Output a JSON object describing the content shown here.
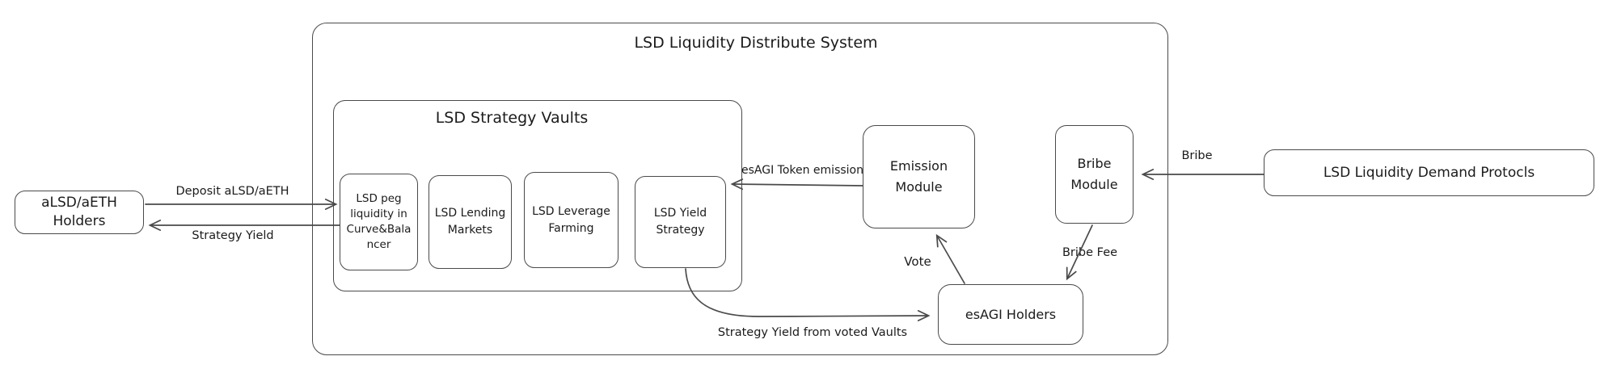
{
  "diagram": {
    "system_title": "LSD Liquidity Distribute System",
    "vaults_title": "LSD Strategy Vaults",
    "nodes": {
      "holders": {
        "label": "aLSD/aETH\nHolders"
      },
      "peg": {
        "label": "LSD peg\nliquidity in\nCurve&Bala\nncer"
      },
      "lending": {
        "label": "LSD Lending\nMarkets"
      },
      "leverage": {
        "label": "LSD Leverage\nFarming"
      },
      "yield": {
        "label": "LSD Yield\nStrategy"
      },
      "emission": {
        "label": "Emission\nModule"
      },
      "bribe": {
        "label": "Bribe\nModule"
      },
      "demand": {
        "label": "LSD Liquidity Demand Protocls"
      },
      "esagi": {
        "label": "esAGI Holders"
      }
    },
    "edges": {
      "deposit": {
        "label": "Deposit aLSD/aETH"
      },
      "strategy_yield": {
        "label": "Strategy Yield"
      },
      "token_emission": {
        "label": "esAGI Token emission"
      },
      "vote": {
        "label": "Vote"
      },
      "bribe_fee": {
        "label": "Bribe Fee"
      },
      "bribe": {
        "label": "Bribe"
      },
      "voted_yield": {
        "label": "Strategy Yield from voted Vaults"
      }
    },
    "colors": {
      "stroke": "#4a4a4a",
      "text": "#1b1b1b",
      "background": "#ffffff"
    }
  }
}
